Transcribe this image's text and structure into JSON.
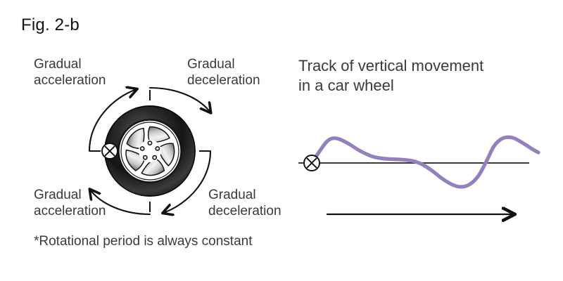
{
  "figure": {
    "title": "Fig. 2-b",
    "footnote": "*Rotational period is always constant"
  },
  "wheel_diagram": {
    "label_accel_top": "Gradual\nacceleration",
    "label_decel_top": "Gradual\ndeceleration",
    "label_accel_bottom": "Gradual\nacceleration",
    "label_decel_bottom": "Gradual\ndeceleration",
    "marker": "circled-x",
    "spoke_count": 5,
    "lug_count": 5,
    "arrow_count": 4
  },
  "track_diagram": {
    "heading": "Track of vertical movement\nin a car wheel",
    "marker": "circled-x",
    "direction_arrow": "rightward-arrow"
  },
  "colors": {
    "curve": "#9380bd",
    "baseline": "#3a3a3a",
    "text": "#3a3a3a",
    "title_text": "#15130f",
    "tire_dark": "#1a1a1a",
    "tire_light": "#6e6e6e",
    "background": "#ffffff"
  },
  "chart_data": {
    "type": "line",
    "title": "Track of vertical movement in a car wheel",
    "xlabel": "",
    "ylabel": "",
    "grid": false,
    "legend": null,
    "xlim": [
      424,
      765
    ],
    "ylim": [
      180,
      285
    ],
    "baseline_y": 232,
    "series": [
      {
        "name": "vertical movement",
        "color": "#9380bd",
        "x": [
          443,
          455,
          464,
          472,
          482,
          496,
          512,
          530,
          548,
          568,
          586,
          600,
          614,
          628,
          643,
          656,
          668,
          680,
          692,
          702,
          714,
          728,
          742,
          756,
          765
        ],
        "y": [
          232,
          214,
          202,
          197,
          198,
          205,
          215,
          223,
          226,
          227,
          229,
          234,
          243,
          254,
          263,
          266,
          262,
          250,
          228,
          208,
          197,
          196,
          203,
          212,
          217
        ]
      }
    ],
    "annotations": [
      {
        "type": "circled-x-marker",
        "x": 443,
        "y": 232
      },
      {
        "type": "horizontal-baseline",
        "x0": 424,
        "x1": 752,
        "y": 232
      },
      {
        "type": "direction-arrow",
        "x0": 465,
        "x1": 735,
        "y": 305
      }
    ]
  }
}
